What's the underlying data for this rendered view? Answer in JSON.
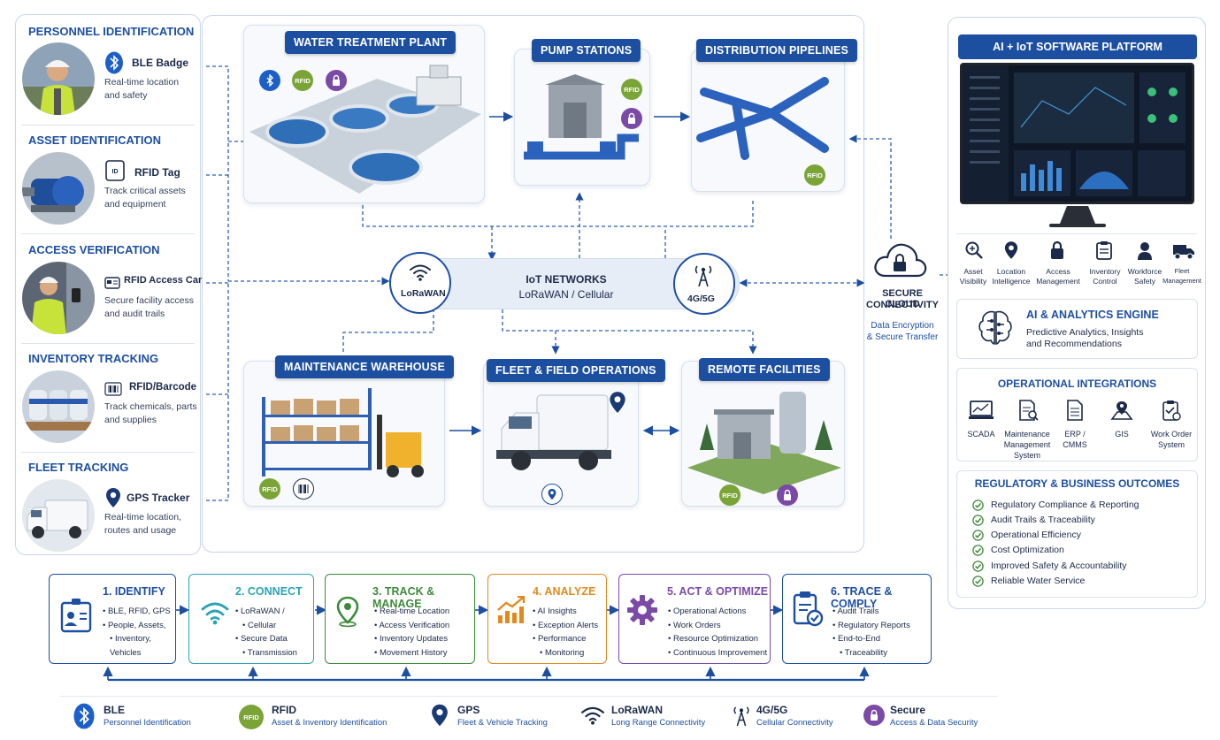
{
  "left_panel": {
    "sections": [
      {
        "title": "PERSONNEL IDENTIFICATION",
        "tag": "BLE Badge",
        "desc1": "Real-time location",
        "desc2": "and safety",
        "icon": "bluetooth-icon"
      },
      {
        "title": "ASSET IDENTIFICATION",
        "tag": "RFID Tag",
        "desc1": "Track critical assets",
        "desc2": "and equipment",
        "icon": "rfid-tag-icon"
      },
      {
        "title": "ACCESS VERIFICATION",
        "tag": "RFID Access Card",
        "desc1": "Secure facility access",
        "desc2": "and audit trails",
        "icon": "access-card-icon"
      },
      {
        "title": "INVENTORY TRACKING",
        "tag": "RFID/Barcode",
        "desc1": "Track chemicals, parts",
        "desc2": "and supplies",
        "icon": "barcode-icon"
      },
      {
        "title": "FLEET TRACKING",
        "tag": "GPS Tracker",
        "desc1": "Real-time location,",
        "desc2": "routes and usage",
        "icon": "gps-pin-icon"
      }
    ]
  },
  "sites": {
    "water_plant": "WATER TREATMENT PLANT",
    "pump": "PUMP STATIONS",
    "pipelines": "DISTRIBUTION PIPELINES",
    "warehouse": "MAINTENANCE WAREHOUSE",
    "fleet": "FLEET & FIELD OPERATIONS",
    "remote": "REMOTE FACILITIES"
  },
  "badges": {
    "rfid": "RFID"
  },
  "network": {
    "title": "IoT NETWORKS",
    "subtitle": "LoRaWAN / Cellular",
    "left_label": "LoRaWAN",
    "right_label": "4G/5G"
  },
  "cloud": {
    "title1": "SECURE CLOUD",
    "title2": "CONNECTIVITY",
    "desc1": "Data Encryption",
    "desc2": "& Secure Transfer"
  },
  "platform": {
    "title": "AI + IoT SOFTWARE PLATFORM",
    "icons": [
      {
        "l1": "Asset",
        "l2": "Visibility"
      },
      {
        "l1": "Location",
        "l2": "Intelligence"
      },
      {
        "l1": "Access",
        "l2": "Management"
      },
      {
        "l1": "Inventory",
        "l2": "Control"
      },
      {
        "l1": "Workforce",
        "l2": "Safety"
      },
      {
        "l1": "Fleet",
        "l2": "Management"
      }
    ],
    "ai_title": "AI & ANALYTICS ENGINE",
    "ai_desc1": "Predictive Analytics, Insights",
    "ai_desc2": "and Recommendations",
    "integ_title": "OPERATIONAL INTEGRATIONS",
    "integrations": [
      {
        "l1": "SCADA",
        "l2": "",
        "l3": ""
      },
      {
        "l1": "Maintenance",
        "l2": "Management",
        "l3": "System"
      },
      {
        "l1": "ERP /",
        "l2": "CMMS",
        "l3": ""
      },
      {
        "l1": "GIS",
        "l2": "",
        "l3": ""
      },
      {
        "l1": "Work Order",
        "l2": "System",
        "l3": ""
      }
    ],
    "outcomes_title": "REGULATORY & BUSINESS OUTCOMES",
    "outcomes": [
      "Regulatory Compliance & Reporting",
      "Audit Trails & Traceability",
      "Operational Efficiency",
      "Cost Optimization",
      "Improved Safety & Accountability",
      "Reliable Water Service"
    ]
  },
  "steps": [
    {
      "title": "1. IDENTIFY",
      "color": "#1d4fa0",
      "items": [
        "BLE, RFID, GPS",
        "People, Assets,",
        "Inventory, Vehicles"
      ]
    },
    {
      "title": "2. CONNECT",
      "color": "#2aa3b5",
      "items": [
        "LoRaWAN /",
        "Cellular",
        "Secure Data",
        "Transmission"
      ]
    },
    {
      "title": "3. TRACK & MANAGE",
      "color": "#3d8a3a",
      "items": [
        "Real-time Location",
        "Access Verification",
        "Inventory Updates",
        "Movement History"
      ]
    },
    {
      "title": "4. ANALYZE",
      "color": "#e08a1e",
      "items": [
        "AI Insights",
        "Exception Alerts",
        "Performance",
        "Monitoring"
      ]
    },
    {
      "title": "5. ACT & OPTIMIZE",
      "color": "#7a4aa6",
      "items": [
        "Operational Actions",
        "Work Orders",
        "Resource Optimization",
        "Continuous Improvement"
      ]
    },
    {
      "title": "6. TRACE & COMPLY",
      "color": "#1d4fa0",
      "items": [
        "Audit Trails",
        "Regulatory Reports",
        "End-to-End",
        "Traceability"
      ]
    }
  ],
  "legend": [
    {
      "title": "BLE",
      "desc": "Personnel Identification"
    },
    {
      "title": "RFID",
      "desc": "Asset & Inventory Identification"
    },
    {
      "title": "GPS",
      "desc": "Fleet & Vehicle Tracking"
    },
    {
      "title": "LoRaWAN",
      "desc": "Long Range Connectivity"
    },
    {
      "title": "4G/5G",
      "desc": "Cellular Connectivity"
    },
    {
      "title": "Secure",
      "desc": "Access & Data Security"
    }
  ]
}
